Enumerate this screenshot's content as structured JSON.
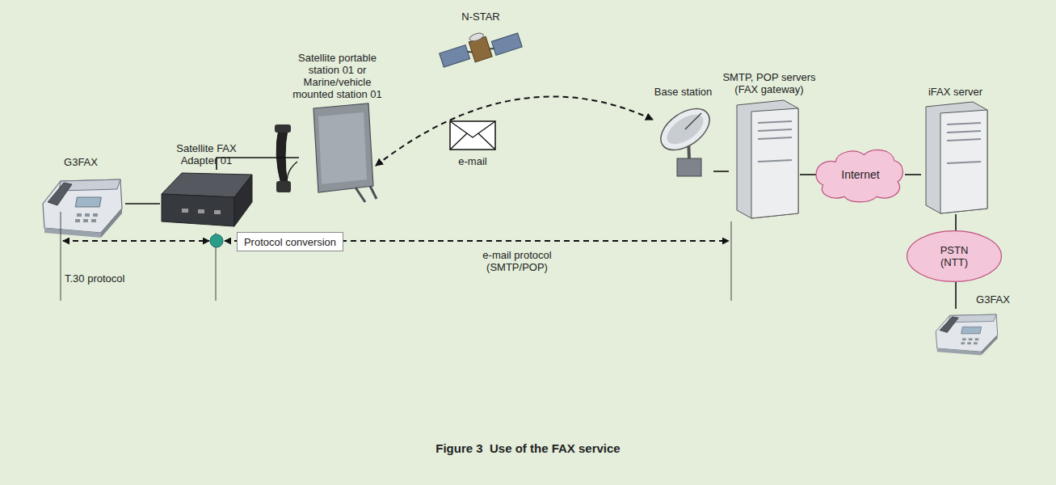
{
  "diagram": {
    "caption": "Figure 3  Use of the FAX service",
    "nodes": [
      {
        "text": [
          "G3FAX"
        ]
      },
      {
        "text": [
          "Satellite FAX Adapter 01"
        ]
      },
      {
        "text": [
          "Satellite portable station 01 or Marine/vehicle mounted station 01"
        ]
      },
      {
        "text": [
          "N-STAR"
        ]
      },
      {
        "text": [
          "Base station"
        ]
      },
      {
        "text": [
          "SMTP, POP servers (FAX gateway)"
        ]
      },
      {
        "text": [
          "Internet"
        ]
      },
      {
        "text": [
          "iFAX server"
        ]
      },
      {
        "text": [
          "PSTN (NTT)"
        ]
      },
      {
        "text": [
          "G3FAX"
        ]
      },
      {
        "text": [
          "Protocol conversion"
        ]
      }
    ],
    "edges": [
      {
        "from": 0,
        "to": 1,
        "arrow": "none"
      },
      {
        "from": 1,
        "to": 2,
        "arrow": "none"
      },
      {
        "from": 2,
        "to": 4,
        "label": "e-mail",
        "arrow": "both"
      },
      {
        "from": 4,
        "to": 5,
        "arrow": "none"
      },
      {
        "from": 5,
        "to": 6,
        "arrow": "none"
      },
      {
        "from": 6,
        "to": 7,
        "arrow": "none"
      },
      {
        "from": 7,
        "to": 8,
        "arrow": "none"
      },
      {
        "from": 8,
        "to": 9,
        "arrow": "none"
      }
    ],
    "labels": [
      "T.30 protocol",
      "e-mail protocol (SMTP/POP)"
    ]
  }
}
